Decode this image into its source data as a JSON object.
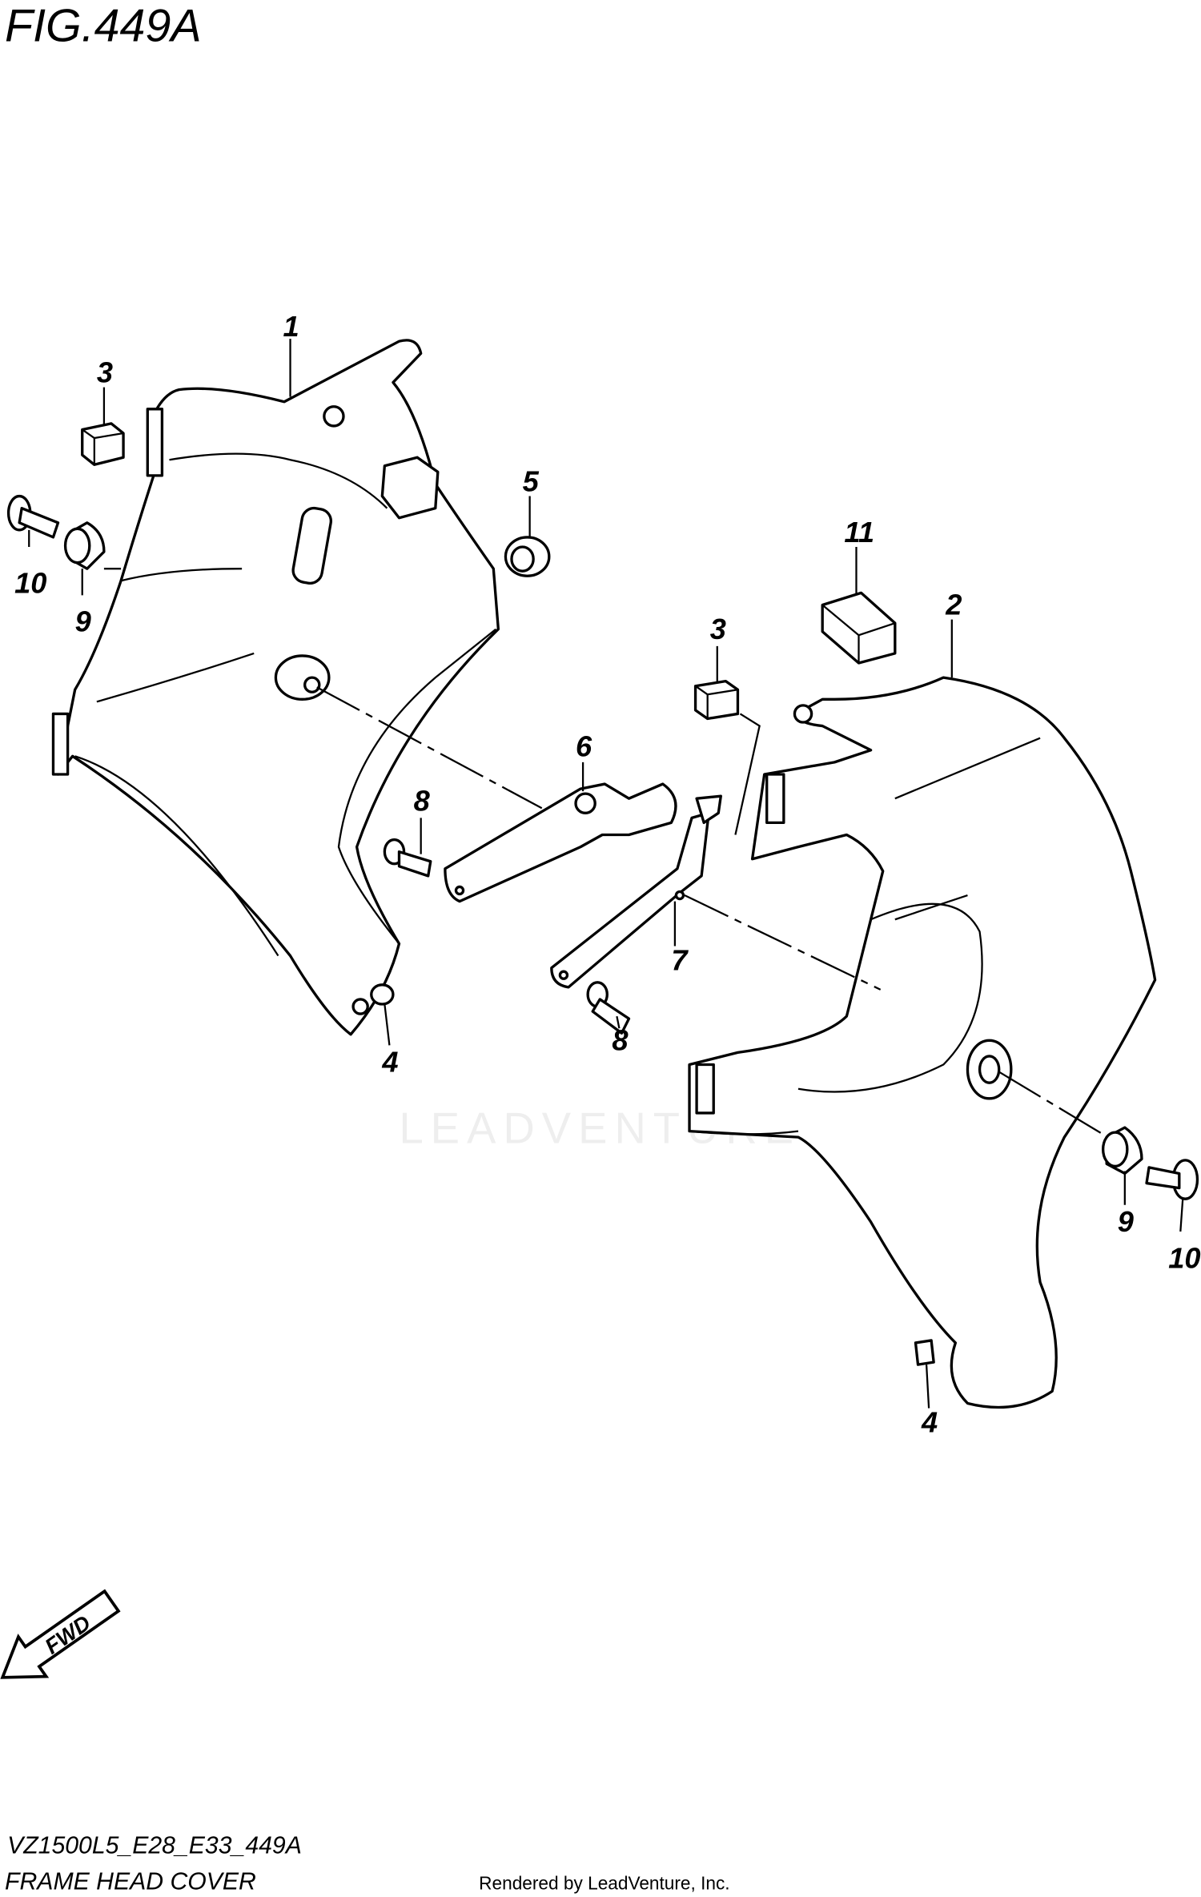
{
  "header": {
    "figure_title": "FIG.449A"
  },
  "footer": {
    "model_code": "VZ1500L5_E28_E33_449A",
    "diagram_name": "FRAME HEAD COVER",
    "credit": "Rendered by LeadVenture, Inc."
  },
  "watermark": "LEADVENTURE",
  "fwd_arrow": {
    "label": "FWD"
  },
  "callouts": [
    {
      "ref": "1"
    },
    {
      "ref": "3"
    },
    {
      "ref": "10"
    },
    {
      "ref": "9"
    },
    {
      "ref": "5"
    },
    {
      "ref": "11"
    },
    {
      "ref": "2"
    },
    {
      "ref": "3"
    },
    {
      "ref": "6"
    },
    {
      "ref": "8"
    },
    {
      "ref": "7"
    },
    {
      "ref": "8"
    },
    {
      "ref": "4"
    },
    {
      "ref": "9"
    },
    {
      "ref": "10"
    },
    {
      "ref": "4"
    }
  ]
}
